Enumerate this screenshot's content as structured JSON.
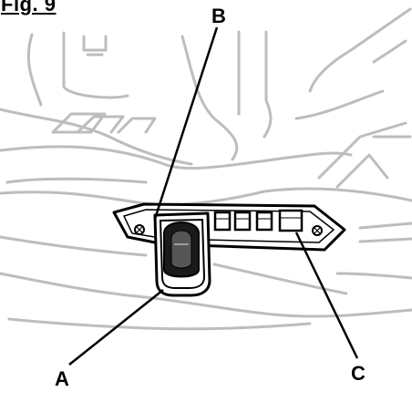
{
  "figure": {
    "title": "Fig. 9",
    "callouts": {
      "a": "A",
      "b": "B",
      "c": "C"
    }
  },
  "colors": {
    "line": "#000000",
    "light_line": "#bdbdbd",
    "background": "#ffffff"
  }
}
